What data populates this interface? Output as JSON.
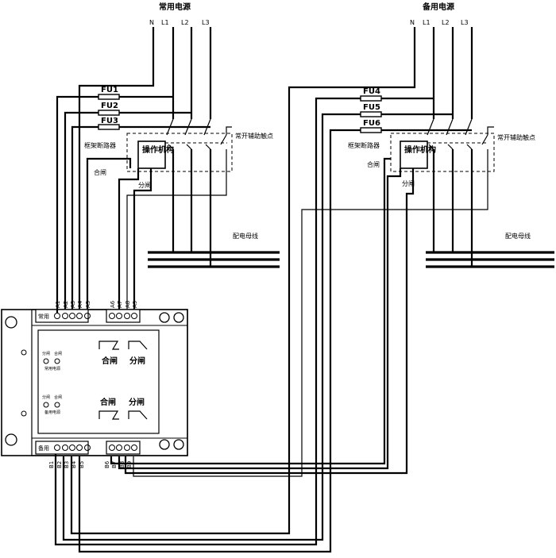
{
  "sources": {
    "normal": {
      "title": "常用电源",
      "phases": [
        "N",
        "L1",
        "L2",
        "L3"
      ],
      "fuses": [
        "FU1",
        "FU2",
        "FU3"
      ]
    },
    "backup": {
      "title": "备用电源",
      "phases": [
        "N",
        "L1",
        "L2",
        "L3"
      ],
      "fuses": [
        "FU4",
        "FU5",
        "FU6"
      ]
    }
  },
  "breaker": {
    "label": "框架断路器",
    "mechanism": "操作机构",
    "aux_contact": "常开辅助触点",
    "close": "合闸",
    "open": "分闸"
  },
  "busbar": {
    "label": "配电母线"
  },
  "controller": {
    "top_group_label": "常用",
    "bottom_group_label": "备用",
    "top_left_terminals": [
      "A1",
      "A2",
      "A3",
      "A4",
      "A5"
    ],
    "top_right_terminals": [
      "A6",
      "A7",
      "A8",
      "A9"
    ],
    "bottom_left_terminals": [
      "B1",
      "B2",
      "B3",
      "B4",
      "B5"
    ],
    "bottom_right_terminals": [
      "B6",
      "B7",
      "B8",
      "B9"
    ],
    "relay_close": "合闸",
    "relay_open": "分闸",
    "normal_indicators": {
      "left": "分闸",
      "right": "合闸",
      "caption": "常用电源"
    },
    "backup_indicators": {
      "left": "分闸",
      "right": "合闸",
      "caption": "备用电源"
    }
  }
}
